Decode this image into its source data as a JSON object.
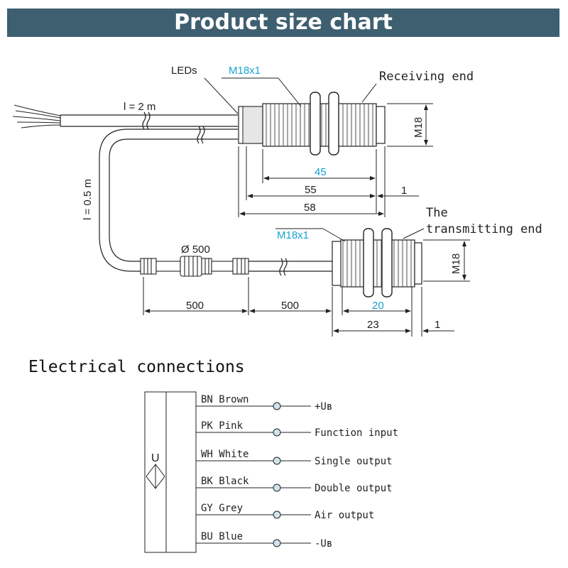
{
  "banner": {
    "title": "Product size chart"
  },
  "dimension_drawing": {
    "receiver": {
      "leds_label": "LEDs",
      "thread_label": "M18x1",
      "end_label": "Receiving end",
      "cable_length": "l = 2 m",
      "diameter_label": "M18",
      "dim_thread": "45",
      "dim_body": "55",
      "dim_total": "58",
      "dim_cap": "1"
    },
    "cable": {
      "length_label": "l = 0.5 m",
      "connector_label": "Ø 500",
      "dim_left": "500",
      "dim_right": "500"
    },
    "transmitter": {
      "thread_label": "M18x1",
      "end_label_line1": "The",
      "end_label_line2": "transmitting end",
      "diameter_label": "M18",
      "dim_thread": "20",
      "dim_body": "23",
      "dim_cap": "1"
    }
  },
  "electrical": {
    "title": "Electrical connections",
    "block_symbol": "U",
    "wires": [
      {
        "code": "BN Brown",
        "function": "+Uʙ"
      },
      {
        "code": "PK Pink",
        "function": "Function input"
      },
      {
        "code": "WH White",
        "function": "Single output"
      },
      {
        "code": "BK Black",
        "function": "Double output"
      },
      {
        "code": "GY Grey",
        "function": "Air output"
      },
      {
        "code": "BU Blue",
        "function": "-Uʙ"
      }
    ]
  },
  "colors": {
    "banner": "#3e5f70",
    "accent": "#1aa3d1",
    "line": "#222222"
  }
}
